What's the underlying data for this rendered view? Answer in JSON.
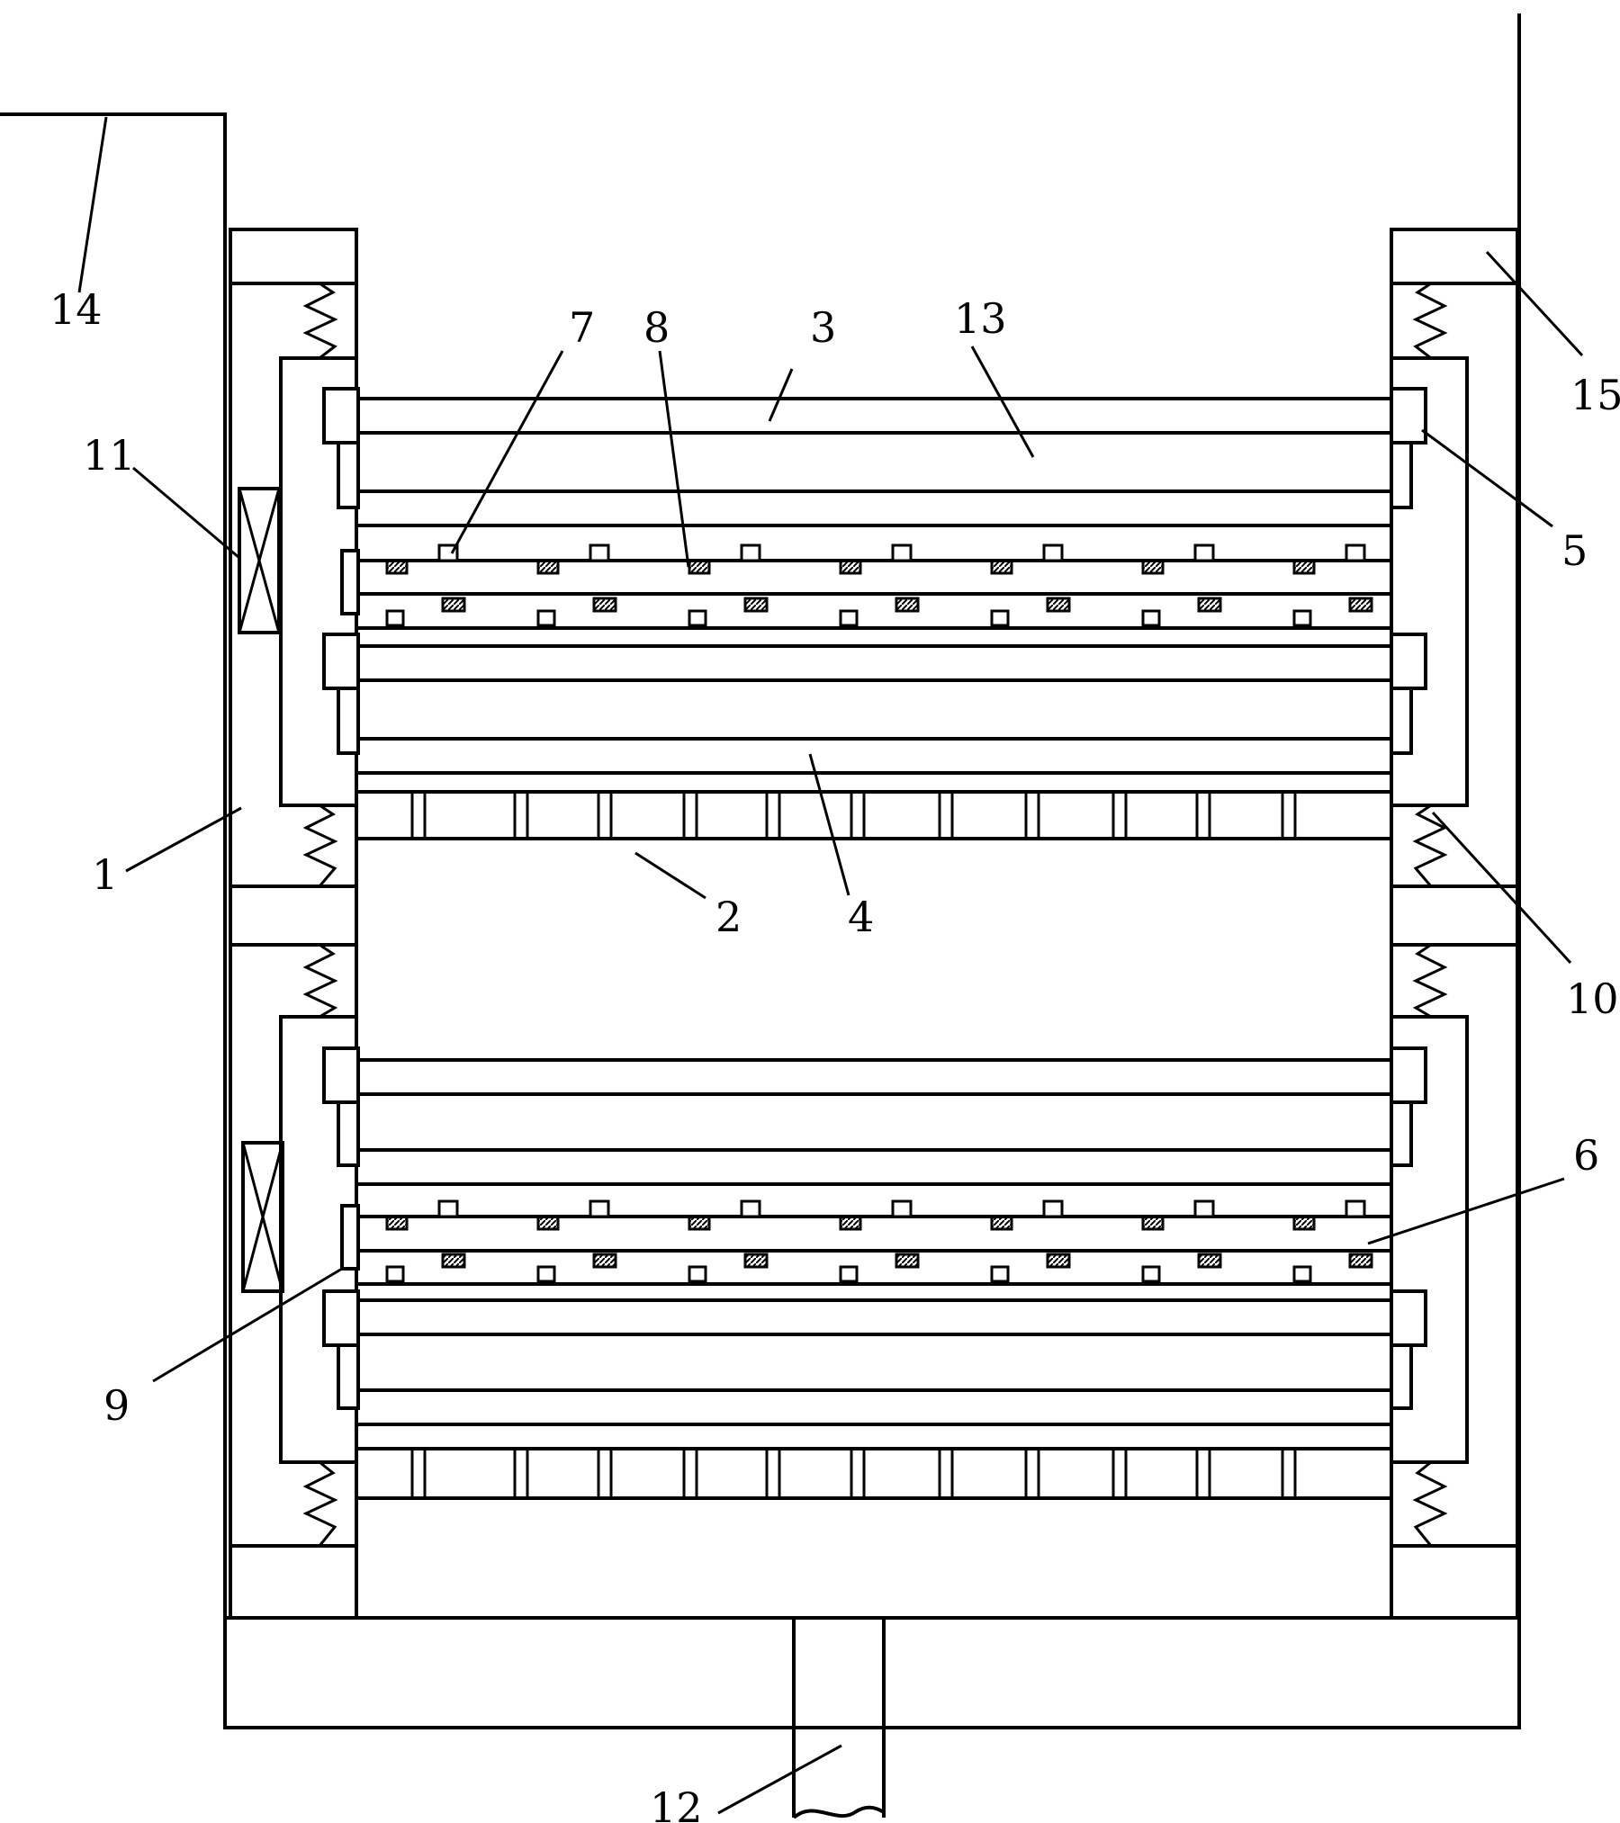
{
  "figure": {
    "labels": {
      "l1": "1",
      "l2": "2",
      "l3": "3",
      "l4": "4",
      "l5": "5",
      "l6": "6",
      "l7": "7",
      "l8": "8",
      "l9": "9",
      "l10": "10",
      "l11": "11",
      "l12": "12",
      "l13": "13",
      "l14": "14",
      "l15": "15"
    }
  }
}
